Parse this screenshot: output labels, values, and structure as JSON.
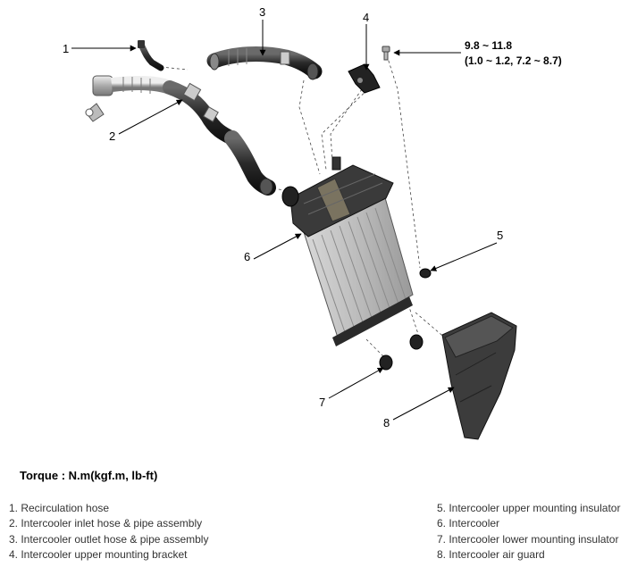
{
  "callouts": {
    "c1": "1",
    "c2": "2",
    "c3": "3",
    "c4": "4",
    "c5": "5",
    "c6": "6",
    "c7": "7",
    "c8": "8"
  },
  "torque_spec": {
    "nm": "9.8 ~ 11.8",
    "kgf_lbft": "(1.0 ~ 1.2, 7.2 ~ 8.7)"
  },
  "torque_title": "Torque : N.m(kgf.m, lb-ft)",
  "legend": {
    "left": [
      "1. Recirculation hose",
      "2. Intercooler inlet hose & pipe assembly",
      "3. Intercooler outlet hose & pipe assembly",
      "4. Intercooler upper mounting bracket"
    ],
    "right": [
      "5. Intercooler upper mounting insulator",
      "6. Intercooler",
      "7. Intercooler lower mounting insulator",
      "8. Intercooler air guard"
    ]
  }
}
